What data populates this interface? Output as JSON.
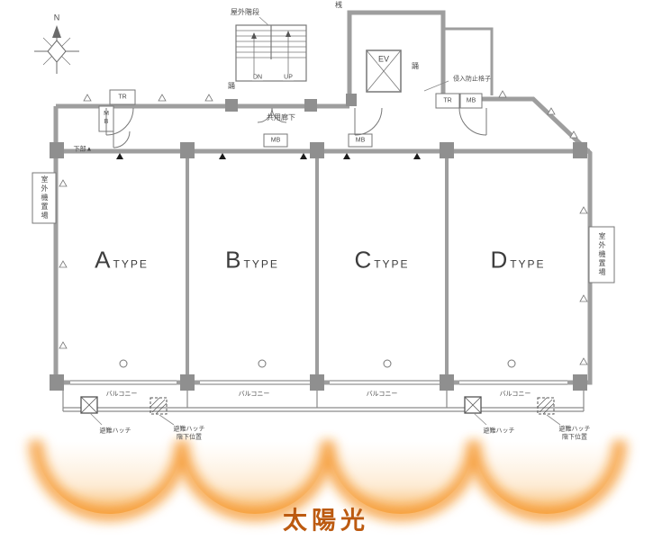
{
  "colors": {
    "wall_gray": "#9e9e9e",
    "detail_gray": "#777777",
    "sun_orange": "#f59222",
    "sun_text_color": "#bc5a10"
  },
  "compass": {
    "north_label": "N"
  },
  "stairs": {
    "title": "屋外階段",
    "down": "DN",
    "up": "UP",
    "landing": "踊"
  },
  "elevator": {
    "label": "EV",
    "landing": "踊",
    "top_note": "桟"
  },
  "corridor": {
    "label": "共用廊下",
    "meter_box_1": "MB",
    "meter_box_2": "MB",
    "lower_note": "下部▲"
  },
  "service": {
    "tr_left": "TR",
    "mb_left": "MB",
    "tr_right": "TR",
    "mb_right": "MB",
    "intrusion_grille": "侵入防止格子"
  },
  "outdoor_units": {
    "left": "室外機置場",
    "right": "室外機置場"
  },
  "units": [
    {
      "letter": "A",
      "suffix": "TYPE"
    },
    {
      "letter": "B",
      "suffix": "TYPE"
    },
    {
      "letter": "C",
      "suffix": "TYPE"
    },
    {
      "letter": "D",
      "suffix": "TYPE"
    }
  ],
  "balcony": {
    "labels": [
      "バルコニー",
      "バルコニー",
      "バルコニー",
      "バルコニー"
    ]
  },
  "hatch": {
    "left_label": "避難ハッチ",
    "left_below_line1": "避難ハッチ",
    "left_below_line2": "階下位置",
    "right_label": "避難ハッチ",
    "right_below_line1": "避難ハッチ",
    "right_below_line2": "階下位置"
  },
  "sun": {
    "label": "太陽光"
  }
}
